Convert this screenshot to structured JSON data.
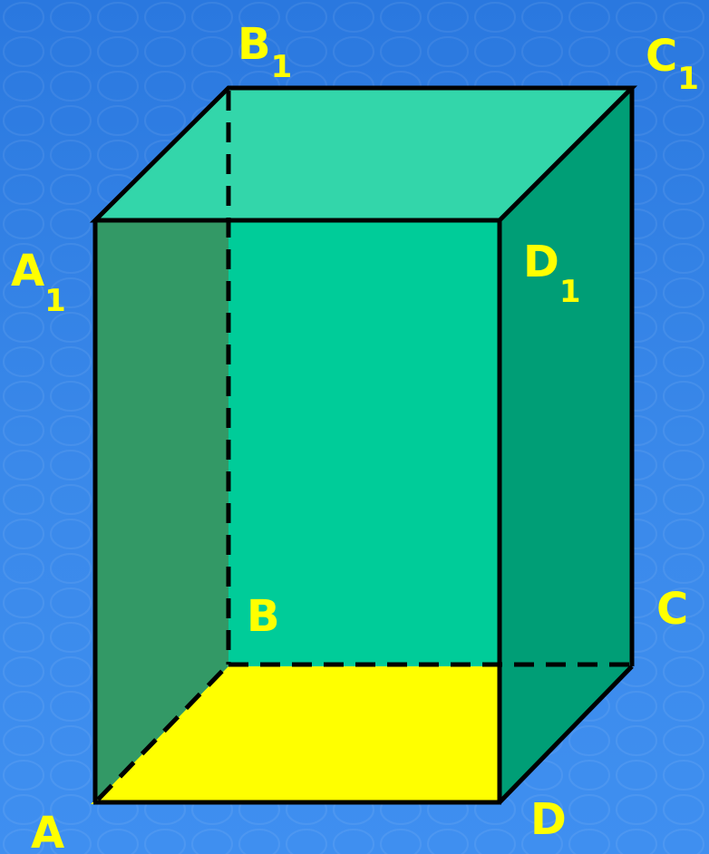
{
  "colors": {
    "background": "#2f7fe0",
    "base_face": "#ffff00",
    "base_side_face": "#cccc00",
    "front_face": "#00cc99",
    "right_face": "#009e76",
    "left_face": "#339966",
    "top_face": "#33d6aa",
    "top_left_face": "#5aa87e",
    "edge": "#000000",
    "label": "#ffff00"
  },
  "labels": {
    "A": "A",
    "B": "B",
    "C": "C",
    "D": "D",
    "A1": "A",
    "B1": "B",
    "C1": "C",
    "D1": "D",
    "subscript": "1"
  }
}
